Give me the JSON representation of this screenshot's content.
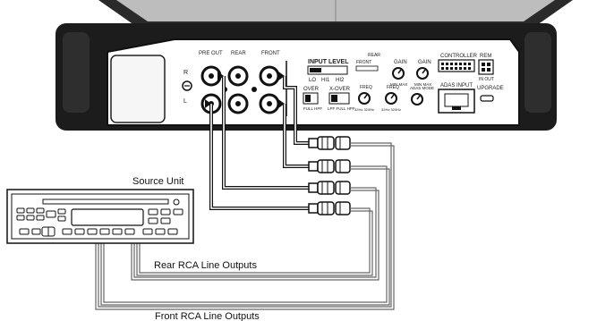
{
  "amp_panel": {
    "pre_out": "PRE OUT",
    "rear": "REAR",
    "front": "FRONT",
    "r": "R",
    "l": "L",
    "input_level": "INPUT LEVEL",
    "lo": "LO",
    "hi1": "HI1",
    "hi2": "HI2",
    "front_small": "FRONT",
    "rear_small": "REAR",
    "gain1": "GAIN",
    "gain2": "GAIN",
    "min_max_1": "MIN MAX",
    "min_max_2": "MIN MAX",
    "freq1": "FREQ",
    "freq2": "FREQ",
    "hz_1": "32Hz 320Hz",
    "hz_2": "32Hz 320Hz",
    "over": "OVER",
    "x_over": "X-OVER",
    "full_hpf": "FULL HPF",
    "lpf_full_hpf": "LPF FULL HPF",
    "controller": "CONTROLLER",
    "rem": "REM",
    "in_out": "IN OUT",
    "adas_input": "ADAS INPUT",
    "adas_mode": "ADAS MODE",
    "upgrade": "UPGRADE"
  },
  "labels": {
    "source_unit": "Source Unit",
    "rear_outputs": "Rear RCA Line Outputs",
    "front_outputs": "Front RCA Line Outputs"
  }
}
